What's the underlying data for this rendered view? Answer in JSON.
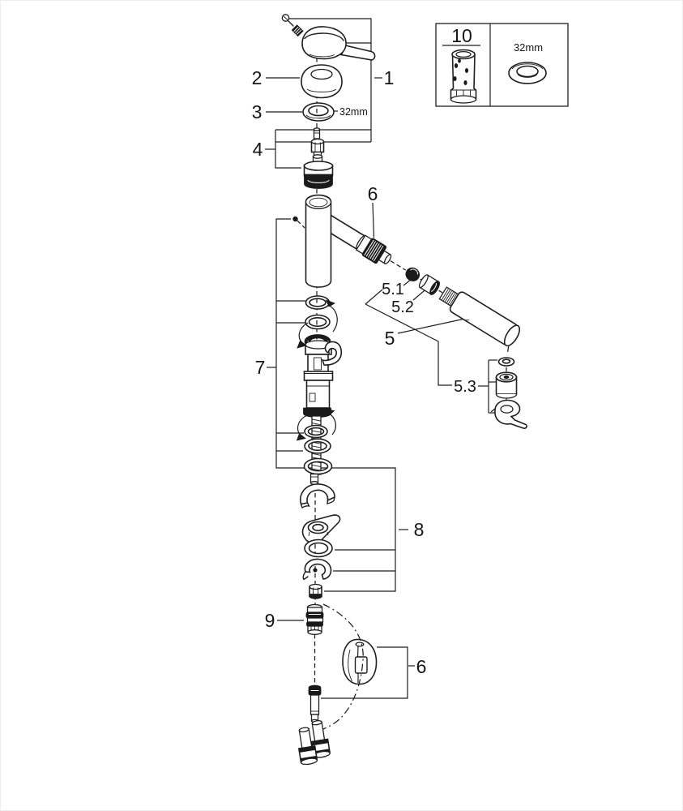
{
  "style": {
    "background": "#ffffff",
    "ink": "#1f1f1f"
  },
  "callouts": {
    "part1": "1",
    "part2": "2",
    "part3": "3",
    "part4": "4",
    "part5": "5",
    "part5_1": "5.1",
    "part5_2": "5.2",
    "part5_3": "5.3",
    "part6_spout": "6",
    "part6_weight": "6",
    "part7": "7",
    "part8": "8",
    "part9": "9"
  },
  "dimensions": {
    "cap_ring": "32mm"
  },
  "inset": {
    "tool_number": "10",
    "ring_size": "32mm"
  }
}
